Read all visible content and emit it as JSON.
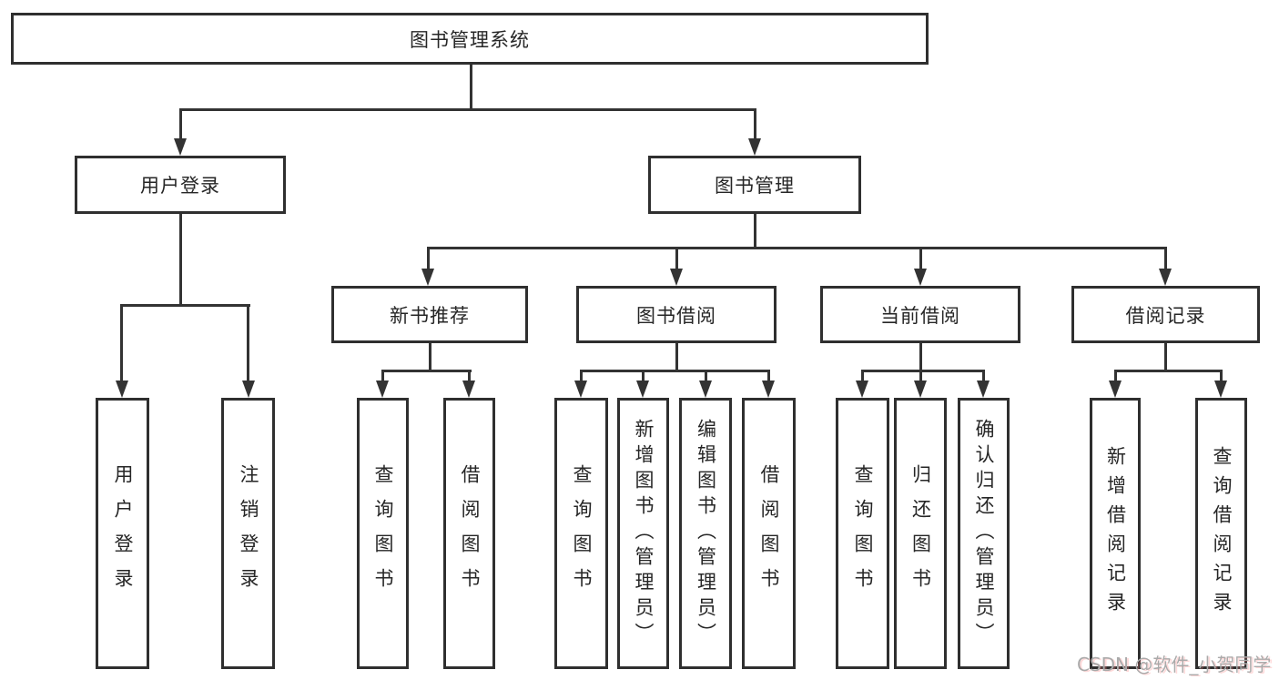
{
  "diagram": {
    "root": {
      "label": "图书管理系统"
    },
    "level2": [
      {
        "id": "user-login",
        "label": "用户登录"
      },
      {
        "id": "book-management",
        "label": "图书管理"
      }
    ],
    "level3": [
      {
        "id": "new-book-recommend",
        "label": "新书推荐"
      },
      {
        "id": "book-borrowing",
        "label": "图书借阅"
      },
      {
        "id": "current-borrowing",
        "label": "当前借阅"
      },
      {
        "id": "borrowing-records",
        "label": "借阅记录"
      }
    ],
    "leaves": [
      {
        "id": "user-login-leaf",
        "label": "用户登录"
      },
      {
        "id": "logout",
        "label": "注销登录"
      },
      {
        "id": "query-books-recommend",
        "label": "查询图书"
      },
      {
        "id": "borrow-books-recommend",
        "label": "借阅图书"
      },
      {
        "id": "query-books-borrowing",
        "label": "查询图书"
      },
      {
        "id": "add-books-admin",
        "label": "新增图书（管理员）"
      },
      {
        "id": "edit-books-admin",
        "label": "编辑图书（管理员）"
      },
      {
        "id": "borrow-books-borrowing",
        "label": "借阅图书"
      },
      {
        "id": "query-books-current",
        "label": "查询图书"
      },
      {
        "id": "return-books",
        "label": "归还图书"
      },
      {
        "id": "confirm-return-admin",
        "label": "确认归还（管理员）"
      },
      {
        "id": "add-borrow-record",
        "label": "新增借阅记录"
      },
      {
        "id": "query-borrow-record",
        "label": "查询借阅记录"
      }
    ]
  },
  "watermark": {
    "text": "CSDN @软件_小贺同学"
  },
  "colors": {
    "line": "#333333",
    "box_border": "#2f2f2f",
    "text": "#262626",
    "background": "#ffffff",
    "watermark": "#aaaaaa"
  }
}
